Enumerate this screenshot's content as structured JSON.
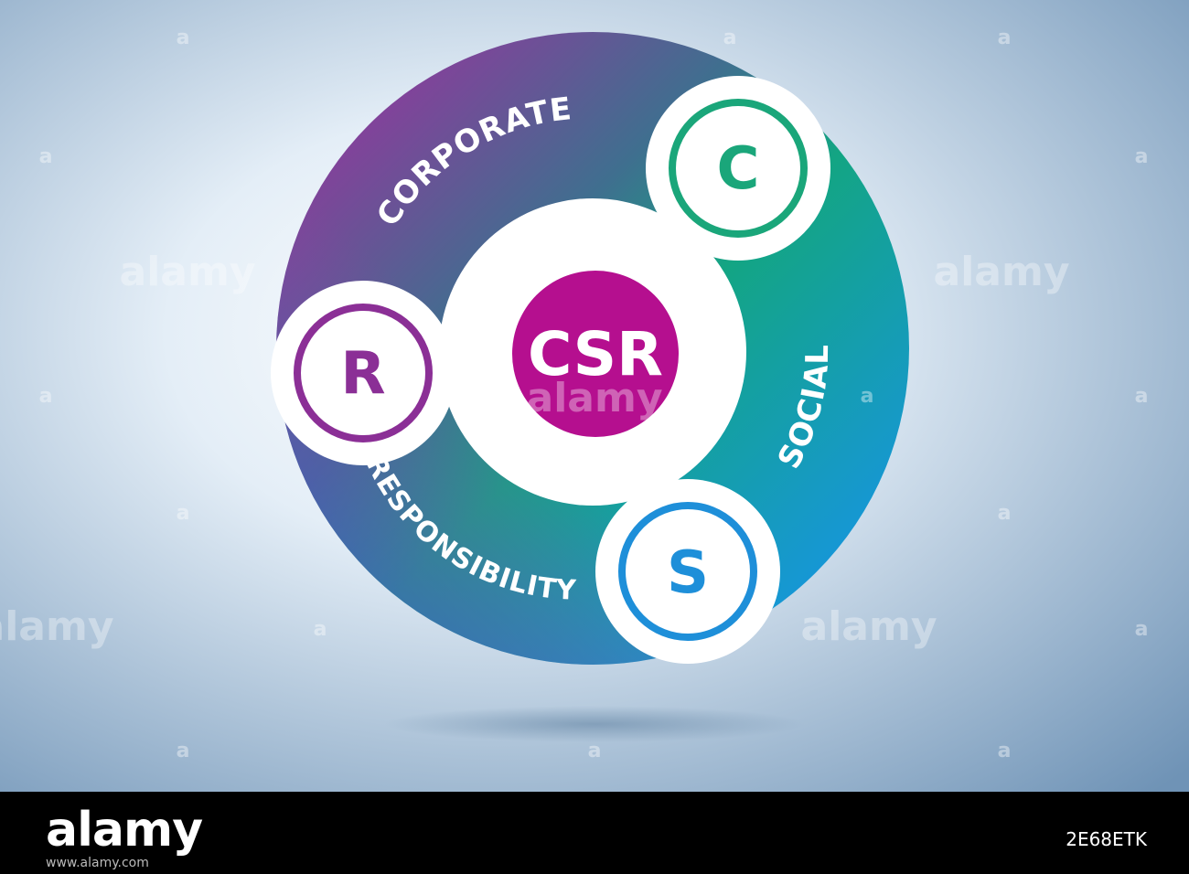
{
  "diagram": {
    "center_label": "CSR",
    "segments": [
      {
        "word": "CORPORATE",
        "letter": "C",
        "letter_color": "#1aa67a"
      },
      {
        "word": "SOCIAL",
        "letter": "S",
        "letter_color": "#1e8fd9"
      },
      {
        "word": "RESPONSIBILITY",
        "letter": "R",
        "letter_color": "#8b2f96"
      }
    ],
    "colors": {
      "purple": "#8e3a9c",
      "green": "#13a583",
      "blue": "#1795e0",
      "csr_circle": "#b50f8f",
      "background_light": "#e9f1f8",
      "background_dark": "#7f9fbd"
    }
  },
  "watermark": {
    "text": "alamy",
    "glyph": "a"
  },
  "footer": {
    "logo": "alamy",
    "image_id": "2E68ETK",
    "meta": "www.alamy.com"
  }
}
